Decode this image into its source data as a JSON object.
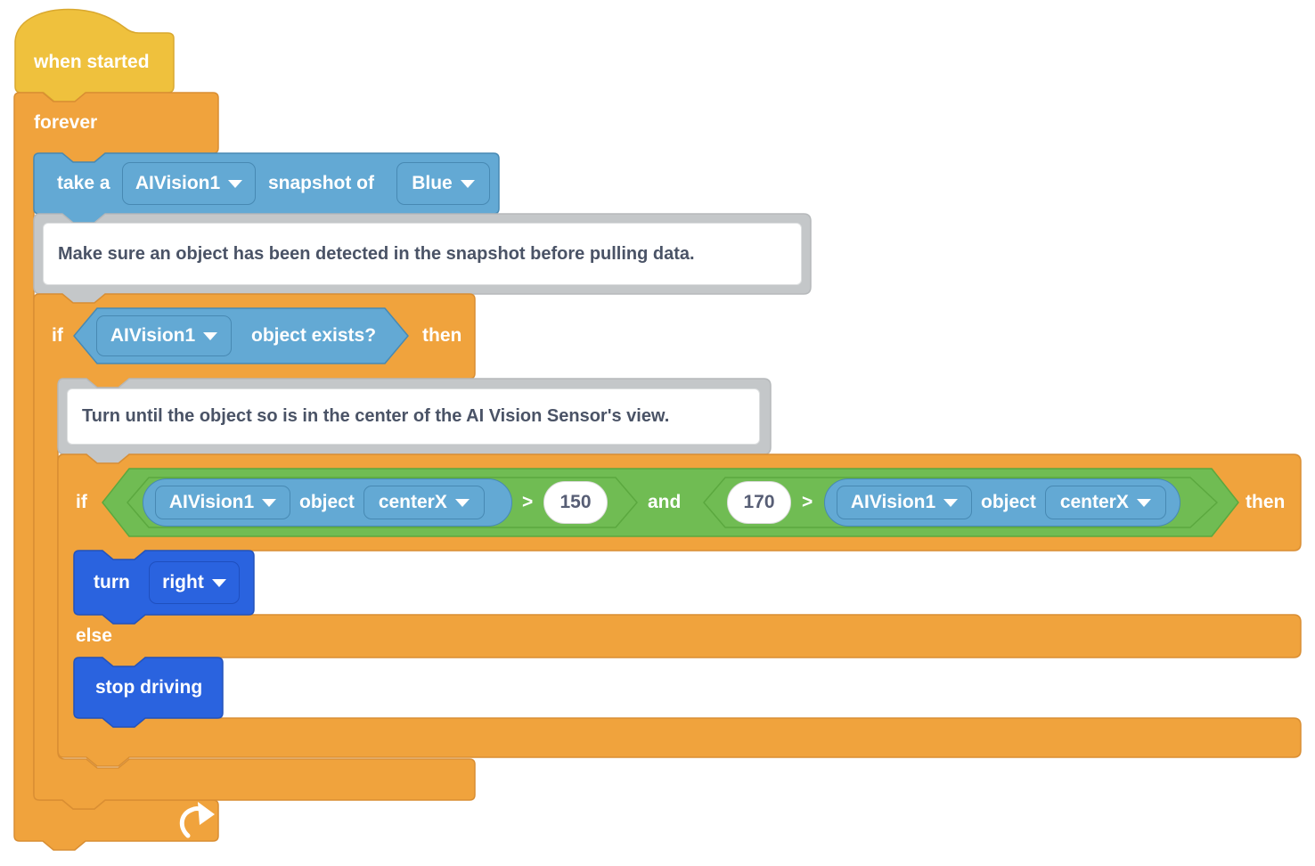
{
  "app": "block-code-canvas",
  "colors": {
    "hat_gold": "#EFC13D",
    "control_orange": "#F0A33D",
    "sensing_blue": "#63A9D4",
    "operator_green": "#70BC53",
    "drivetrain_blue": "#2A63DF",
    "comment_gray": "#C4C7C9",
    "comment_text": "#4A5366",
    "number_text": "#575E75"
  },
  "blocks": {
    "when_started": {
      "label": "when started"
    },
    "forever": {
      "label": "forever"
    },
    "take_snapshot": {
      "take_label": "take a",
      "device": "AIVision1",
      "of_label": "snapshot of",
      "color": "Blue"
    },
    "comment_detect": {
      "text": "Make sure an object has been detected in the snapshot before pulling data."
    },
    "if_exists": {
      "if_label": "if",
      "device": "AIVision1",
      "condition_label": "object exists?",
      "then_label": "then"
    },
    "comment_center": {
      "text": "Turn until the object so is in the center of the AI Vision Sensor's view."
    },
    "if_range": {
      "if_label": "if",
      "and_label": "and",
      "then_label": "then",
      "left": {
        "device": "AIVision1",
        "object_label": "object",
        "property": "centerX",
        "operator": ">",
        "value": "150"
      },
      "right": {
        "value": "170",
        "operator": ">",
        "device": "AIVision1",
        "object_label": "object",
        "property": "centerX"
      }
    },
    "turn": {
      "label": "turn",
      "direction": "right"
    },
    "else_block": {
      "label": "else"
    },
    "stop_driving": {
      "label": "stop driving"
    }
  }
}
